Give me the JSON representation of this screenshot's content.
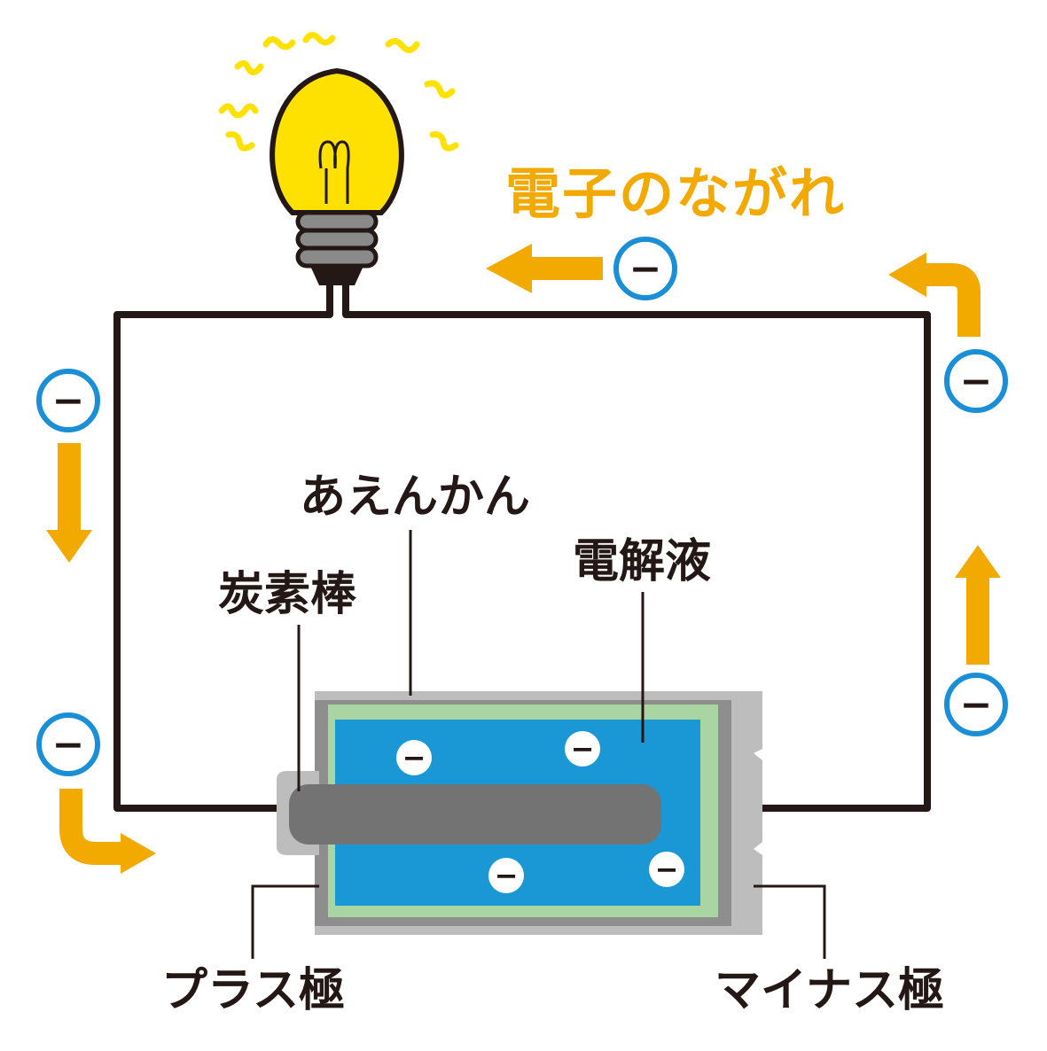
{
  "title": "電子のながれ",
  "labels": {
    "zinc": "あえんかん",
    "electrolyte": "電解液",
    "carbon_rod": "炭素棒",
    "positive": "プラス極",
    "negative": "マイナス極"
  },
  "electron_symbol": "−",
  "colors": {
    "arrow": "#f2a900",
    "electron_ring": "#1b8fd6",
    "wire": "#231815",
    "bulb": "#ffe100",
    "electrolyte": "#1a97d5",
    "separator": "#a8d5a2",
    "casing": "#bdbdbd",
    "carbon": "#737373"
  },
  "icons": [
    "light-bulb-icon",
    "electron-icon",
    "arrow-icon"
  ]
}
